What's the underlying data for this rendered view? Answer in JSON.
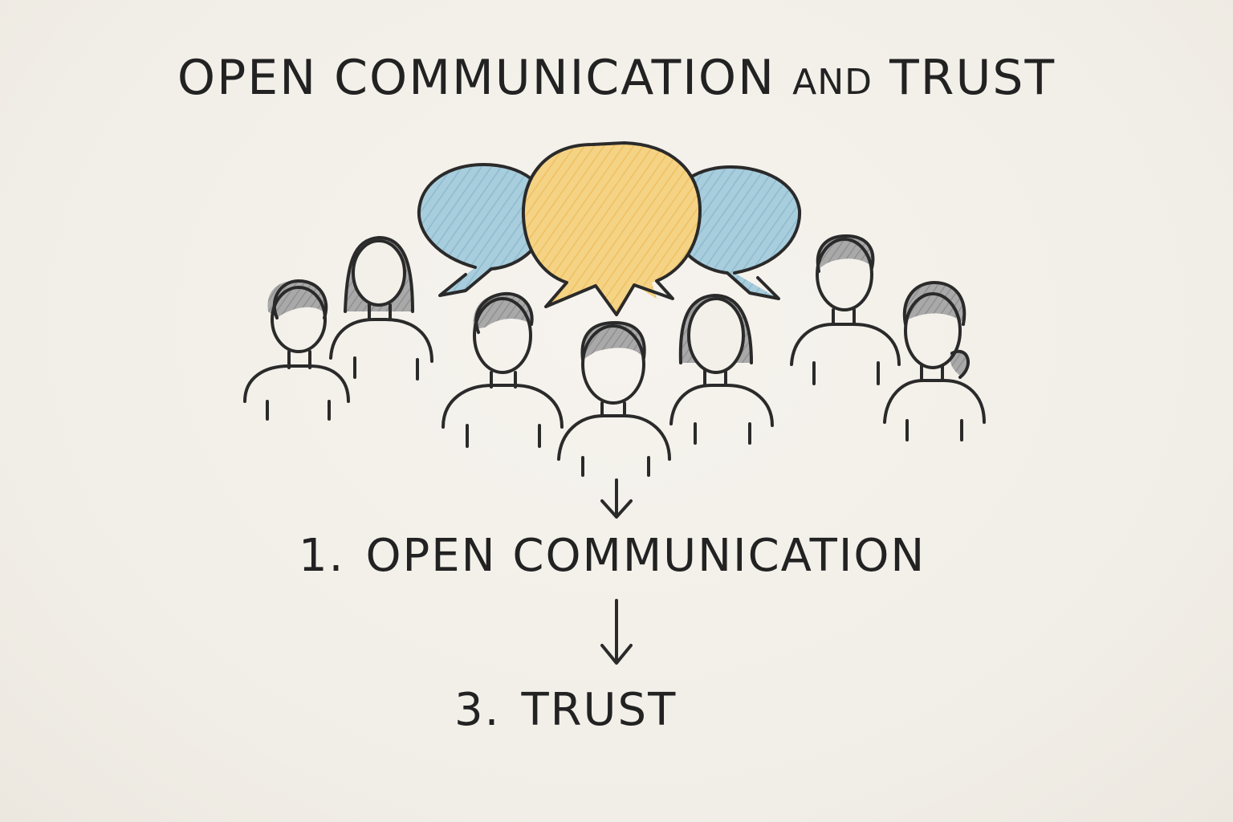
{
  "title": {
    "main": "OPEN COMMUNICATION",
    "connector": "AND",
    "end": "TRUST"
  },
  "steps": [
    {
      "number": "1.",
      "label": "OPEN COMMUNICATION"
    },
    {
      "number": "3.",
      "label": "TRUST"
    }
  ],
  "colors": {
    "background": "#f3f0ea",
    "ink": "#2a2a2a",
    "bubble_blue": "#9cc6d8",
    "bubble_yellow": "#f2c96e",
    "hair_gray": "#9a9a9a"
  },
  "icons": [
    "speech-bubble-icon",
    "person-icon",
    "down-arrow-icon"
  ]
}
